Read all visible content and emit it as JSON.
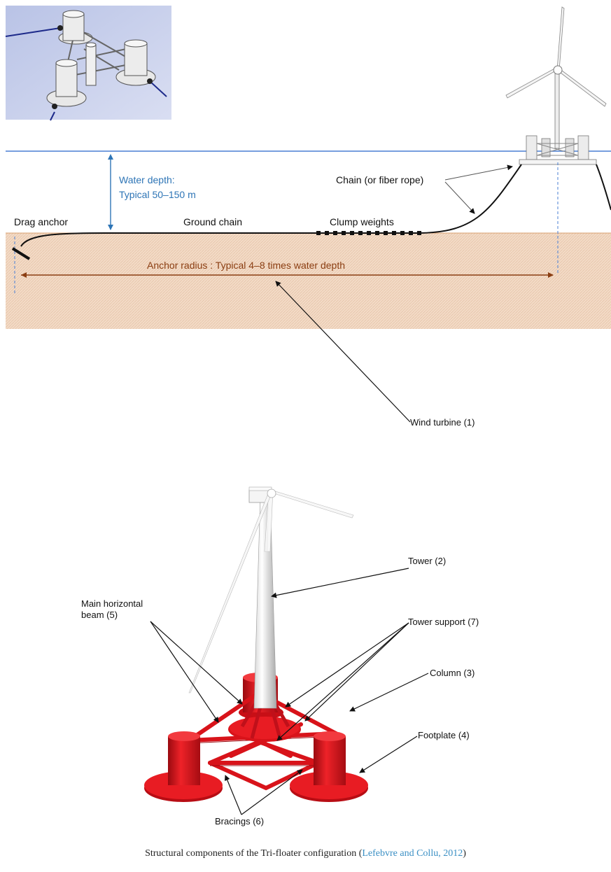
{
  "mooring": {
    "water_depth_title": "Water depth:",
    "water_depth_value": "Typical 50–150 m",
    "chain_label": "Chain (or fiber rope)",
    "drag_anchor": "Drag anchor",
    "ground_chain": "Ground chain",
    "clump_weights": "Clump weights",
    "anchor_radius": "Anchor radius : Typical 4–8 times water depth"
  },
  "trifloater": {
    "wind_turbine": "Wind turbine (1)",
    "tower": "Tower (2)",
    "tower_support": "Tower support (7)",
    "main_beam_line1": "Main horizontal",
    "main_beam_line2": "beam (5)",
    "column": "Column (3)",
    "footplate": "Footplate (4)",
    "bracings": "Bracings (6)"
  },
  "caption": {
    "text": "Structural components of the Tri-floater configuration (",
    "citation": "Lefebvre and Collu, 2012",
    "close": ")"
  },
  "colors": {
    "water_line": "#4a7fd4",
    "seabed": "#f2d9c4",
    "platform_red": "#e3141c",
    "water_label": "#2e75b6",
    "radius_label": "#8b3e12"
  }
}
